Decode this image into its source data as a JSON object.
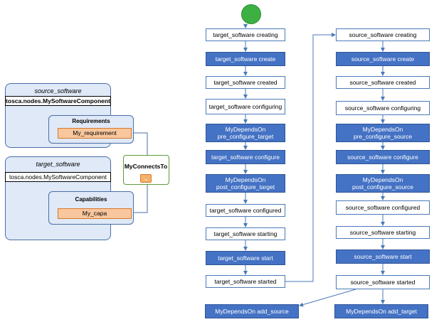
{
  "left": {
    "source_node": {
      "title": "source_software",
      "type": "tosca.nodes.MySoftwareComponent",
      "section_title": "Requirements",
      "item": "My_requirement"
    },
    "target_node": {
      "title": "target_software",
      "type": "tosca.nodes.MySoftwareComponent",
      "section_title": "Capabilities",
      "item": "My_capa"
    },
    "relationship": {
      "title": "MyConnectsTo",
      "icon": "chevron-down-icon"
    }
  },
  "workflow": {
    "target_column": [
      {
        "label": "target_software creating",
        "style": "white"
      },
      {
        "label": "target_software create",
        "style": "blue"
      },
      {
        "label": "target_software created",
        "style": "white"
      },
      {
        "label": "target_software configuring",
        "style": "white"
      },
      {
        "label": "MyDependsOn pre_configure_target",
        "style": "blue"
      },
      {
        "label": "target_software configure",
        "style": "blue"
      },
      {
        "label": "MyDependsOn post_configure_target",
        "style": "blue"
      },
      {
        "label": "target_software configured",
        "style": "white"
      },
      {
        "label": "target_software starting",
        "style": "white"
      },
      {
        "label": "target_software start",
        "style": "blue"
      },
      {
        "label": "target_software started",
        "style": "white"
      }
    ],
    "source_column": [
      {
        "label": "source_software creating",
        "style": "white"
      },
      {
        "label": "source_software create",
        "style": "blue"
      },
      {
        "label": "source_software created",
        "style": "white"
      },
      {
        "label": "source_software configuring",
        "style": "white"
      },
      {
        "label": "MyDependsOn pre_configure_source",
        "style": "blue"
      },
      {
        "label": "source_software configure",
        "style": "blue"
      },
      {
        "label": "MyDependsOn post_configure_source",
        "style": "blue"
      },
      {
        "label": "source_software configured",
        "style": "white"
      },
      {
        "label": "source_software starting",
        "style": "white"
      },
      {
        "label": "source_software start",
        "style": "blue"
      },
      {
        "label": "source_software started",
        "style": "white"
      }
    ],
    "final": [
      {
        "label": "MyDependsOn add_source",
        "style": "blue"
      },
      {
        "label": "MyDependsOn add_target",
        "style": "blue"
      }
    ],
    "colors": {
      "white_fill": "#ffffff",
      "blue_fill": "#4472c4",
      "start_fill": "#3cb043",
      "connector": "#4a7ab8",
      "orange": "#f9c79d",
      "relationship_border": "#5e9a3f"
    }
  }
}
